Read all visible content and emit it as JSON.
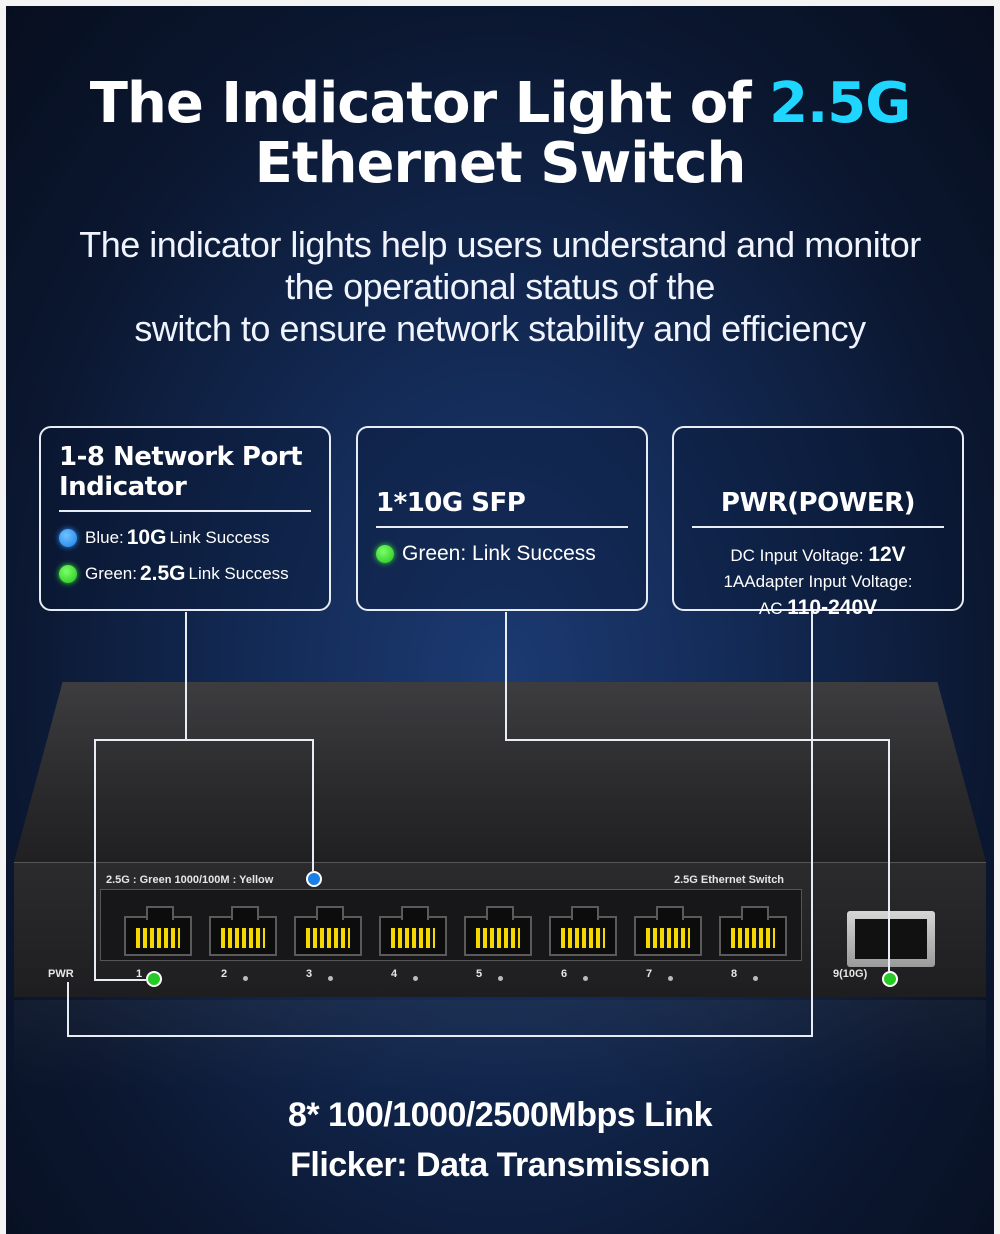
{
  "title": {
    "line1": "The Indicator Light of ",
    "accent": "2.5G",
    "line2": "Ethernet Switch"
  },
  "subtitle": [
    "The indicator lights help users understand and monitor",
    "the operational status of the",
    "switch to ensure network stability and efficiency"
  ],
  "cards": {
    "ports": {
      "title": "1-8 Network Port Indicator",
      "rows": [
        {
          "color": "blue",
          "prefix": "Blue:",
          "value": "10G",
          "suffix": "Link Success"
        },
        {
          "color": "green",
          "prefix": "Green:",
          "value": "2.5G",
          "suffix": "Link Success"
        }
      ]
    },
    "sfp": {
      "title": "1*10G SFP",
      "row": "Green: Link Success"
    },
    "pwr": {
      "title": "PWR(POWER)",
      "dc_label": "DC Input Voltage:",
      "dc_value": "12V",
      "adapter_label": "1AAdapter Input Voltage:",
      "ac_label": "AC",
      "ac_value": "110-240V"
    }
  },
  "device": {
    "left_label": "2.5G : Green  1000/100M : Yellow",
    "right_label": "2.5G Ethernet Switch",
    "pwr_label": "PWR",
    "port_numbers": [
      "1",
      "2",
      "3",
      "4",
      "5",
      "6",
      "7",
      "8"
    ],
    "sfp_label": "9(10G)"
  },
  "footer": {
    "line1": "8* 100/1000/2500Mbps Link",
    "line2": "Flicker: Data Transmission"
  },
  "colors": {
    "accent": "#1ed6ff",
    "blue_led": "#1a7fe6",
    "green_led": "#27c927",
    "port_pins": "#f5d800"
  }
}
